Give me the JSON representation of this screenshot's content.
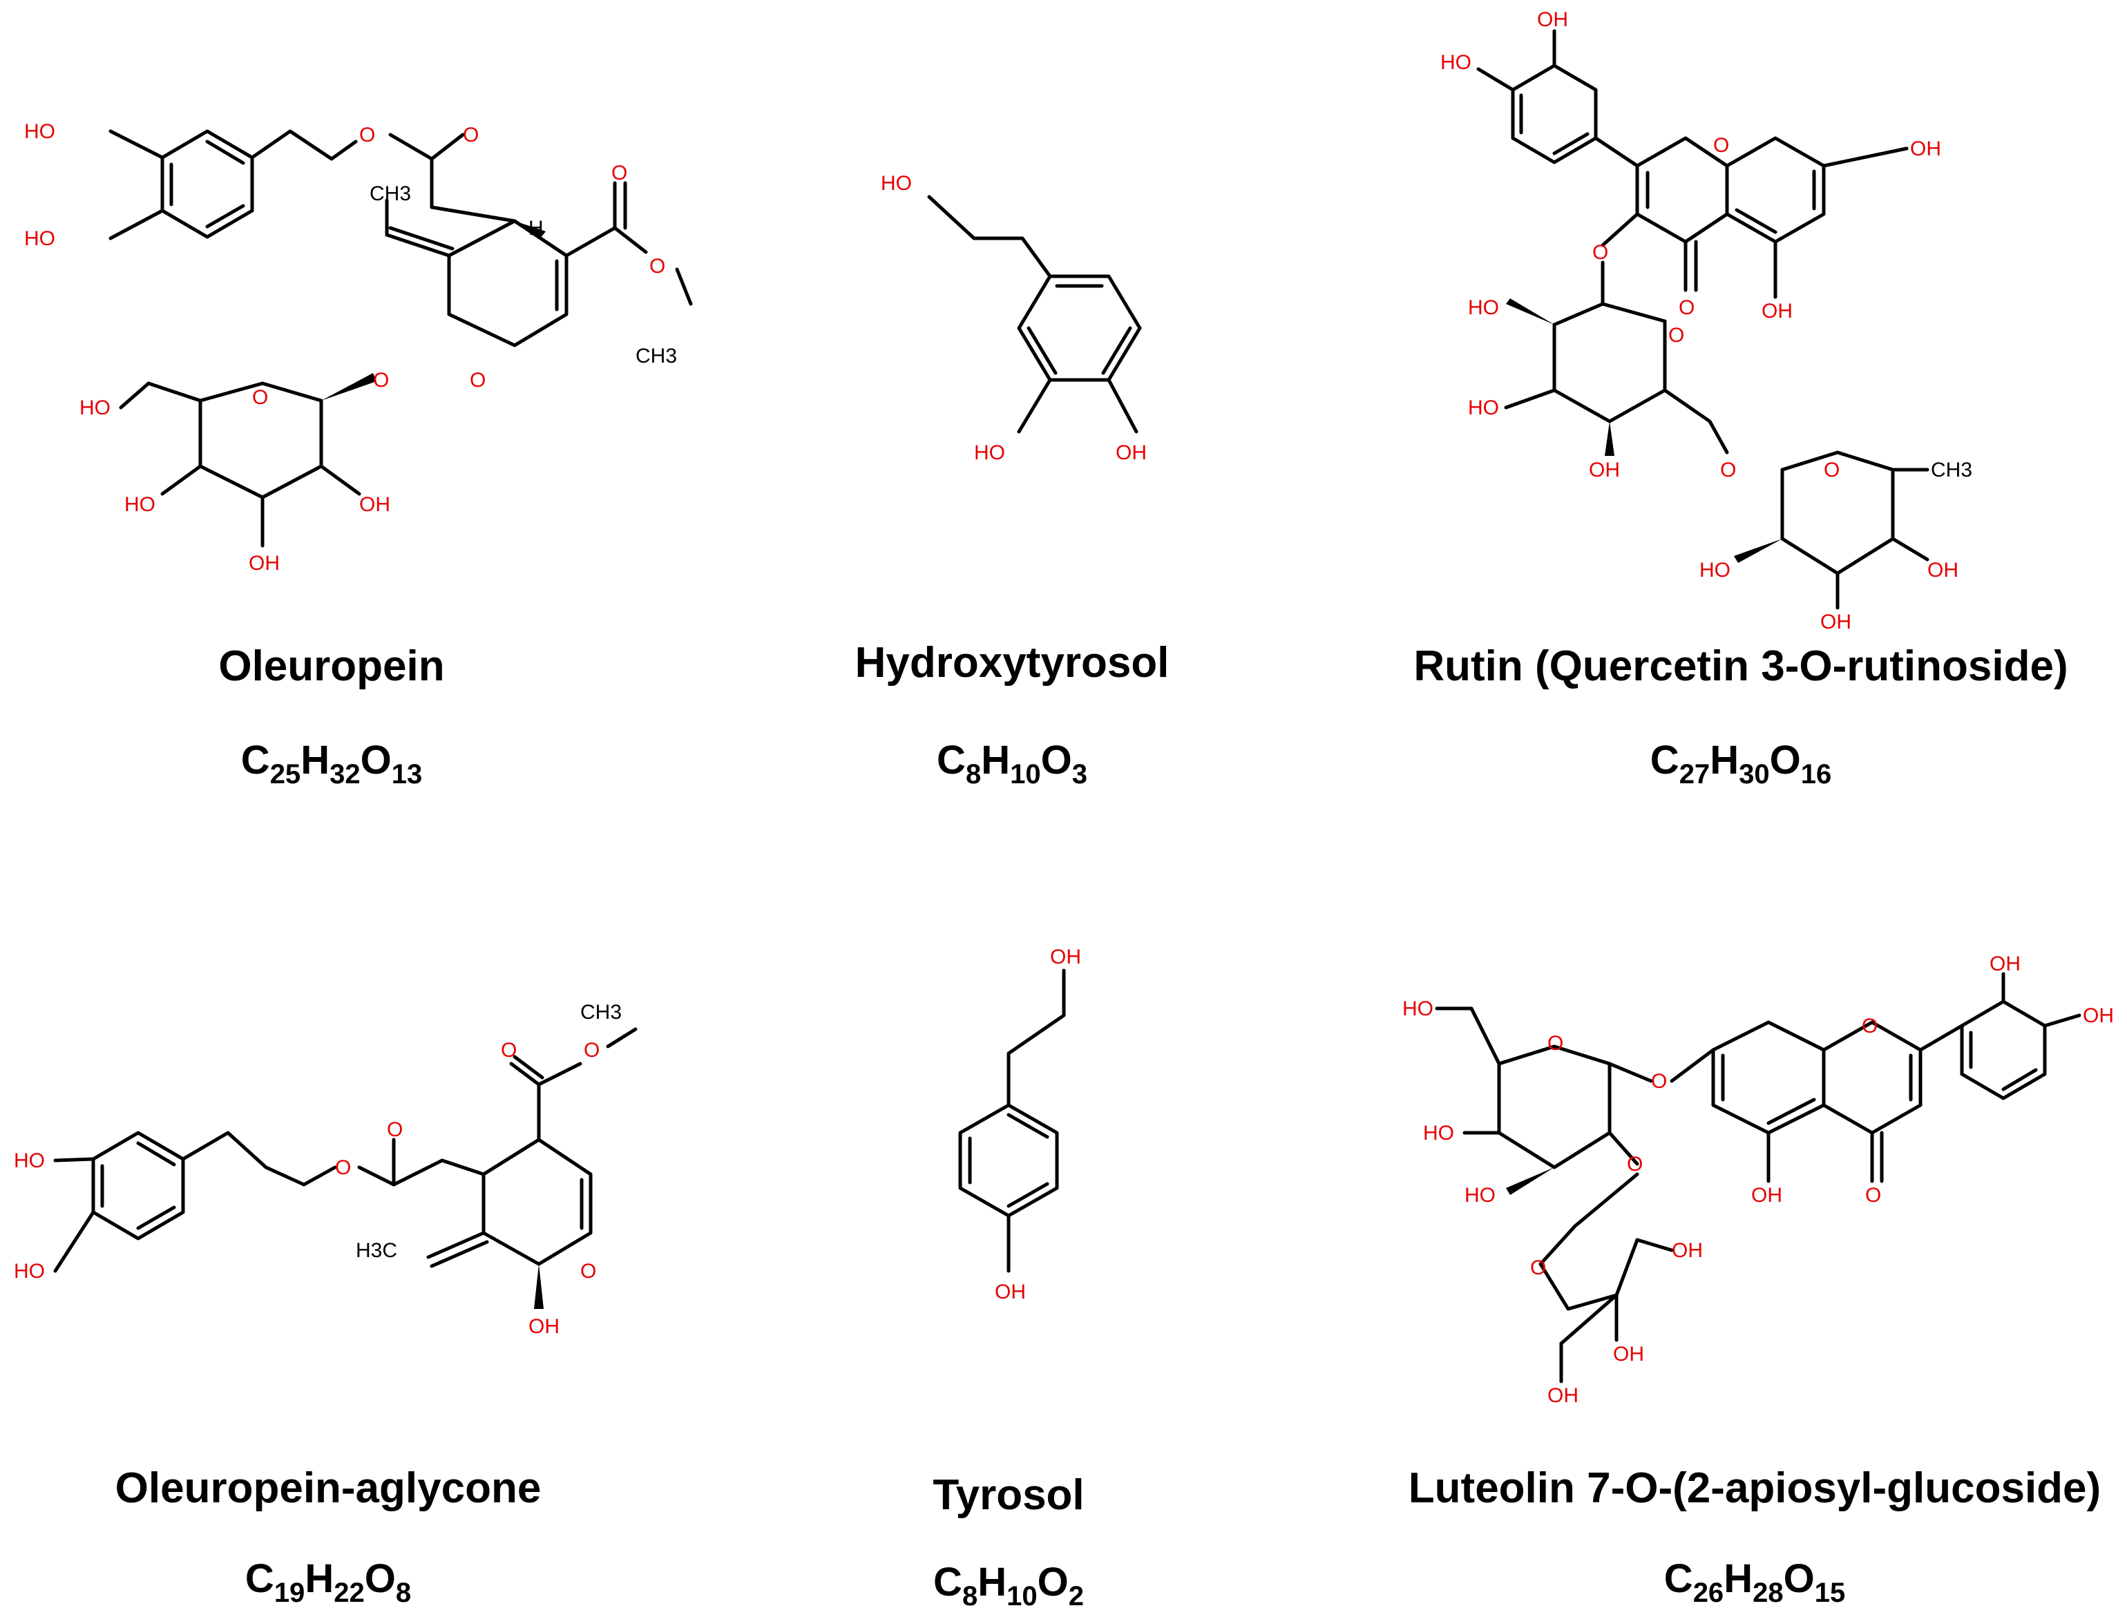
{
  "compounds": [
    {
      "name": "Oleuropein",
      "formula": [
        [
          "C",
          ""
        ],
        [
          "25",
          "s"
        ],
        [
          "H",
          ""
        ],
        [
          "32",
          "s"
        ],
        [
          "O",
          ""
        ],
        [
          "13",
          "s"
        ]
      ]
    },
    {
      "name": "Hydroxytyrosol",
      "formula": [
        [
          "C",
          ""
        ],
        [
          "8",
          "s"
        ],
        [
          "H",
          ""
        ],
        [
          "10",
          "s"
        ],
        [
          "O",
          ""
        ],
        [
          "3",
          "s"
        ]
      ]
    },
    {
      "name": "Rutin (Quercetin 3-O-rutinoside)",
      "formula": [
        [
          "C",
          ""
        ],
        [
          "27",
          "s"
        ],
        [
          "H",
          ""
        ],
        [
          "30",
          "s"
        ],
        [
          "O",
          ""
        ],
        [
          "16",
          "s"
        ]
      ]
    },
    {
      "name": "Oleuropein-aglycone",
      "formula": [
        [
          "C",
          ""
        ],
        [
          "19",
          "s"
        ],
        [
          "H",
          ""
        ],
        [
          "22",
          "s"
        ],
        [
          "O",
          ""
        ],
        [
          "8",
          "s"
        ]
      ]
    },
    {
      "name": "Tyrosol",
      "formula": [
        [
          "C",
          ""
        ],
        [
          "8",
          "s"
        ],
        [
          "H",
          ""
        ],
        [
          "10",
          "s"
        ],
        [
          "O",
          ""
        ],
        [
          "2",
          "s"
        ]
      ]
    },
    {
      "name": "Luteolin 7-O-(2-apiosyl-glucoside)",
      "formula": [
        [
          "C",
          ""
        ],
        [
          "26",
          "s"
        ],
        [
          "H",
          ""
        ],
        [
          "28",
          "s"
        ],
        [
          "O",
          ""
        ],
        [
          "15",
          "s"
        ]
      ]
    }
  ],
  "atom_labels": {
    "hydroxyl": "OH",
    "hydroxyl_left": "HO",
    "oxygen": "O",
    "hydrogen": "H",
    "methyl": "CH3",
    "methyl_left": "H3C"
  },
  "colors": {
    "heteroatom": "#e60000",
    "bond": "#000000",
    "text": "#000000"
  }
}
